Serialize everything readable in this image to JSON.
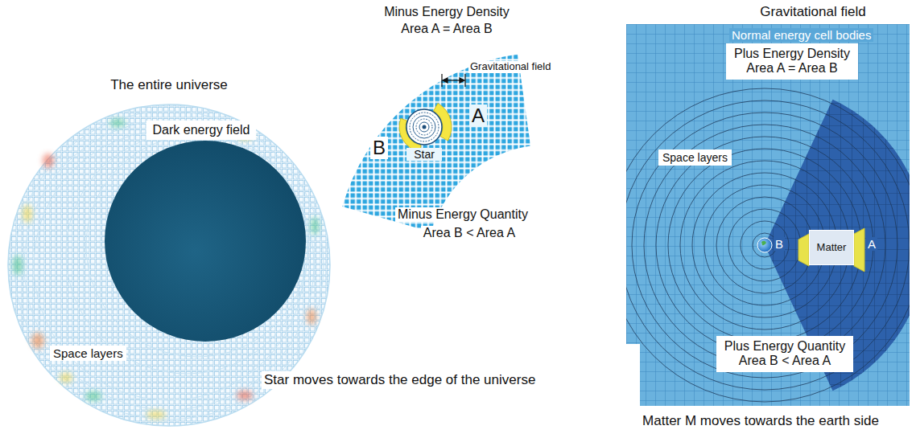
{
  "diagram": {
    "nodes": [
      {
        "text": [
          "Star"
        ]
      },
      {
        "text": [
          "Normal energy cell bodies"
        ]
      },
      {
        "text": [
          "Plus Energy Density",
          "Area A = Area B"
        ],
        "in": 1
      },
      {
        "text": [
          "Space layers"
        ],
        "in": 1
      },
      {
        "text": [
          "Matter"
        ],
        "in": 1
      },
      {
        "text": [
          "Plus Energy Quantity",
          "Area B < Area A"
        ],
        "in": 1
      }
    ],
    "labels": [
      "The entire universe",
      "Dark energy field",
      "Space layers",
      "Star moves towards the edge of the universe",
      "Minus Energy Density",
      "Area A = Area B",
      "Gravitational field",
      "A",
      "B",
      "Minus Energy Quantity",
      "Area B < Area A",
      "Gravitational field",
      "B",
      "A",
      "Matter M moves towards the earth side"
    ]
  }
}
